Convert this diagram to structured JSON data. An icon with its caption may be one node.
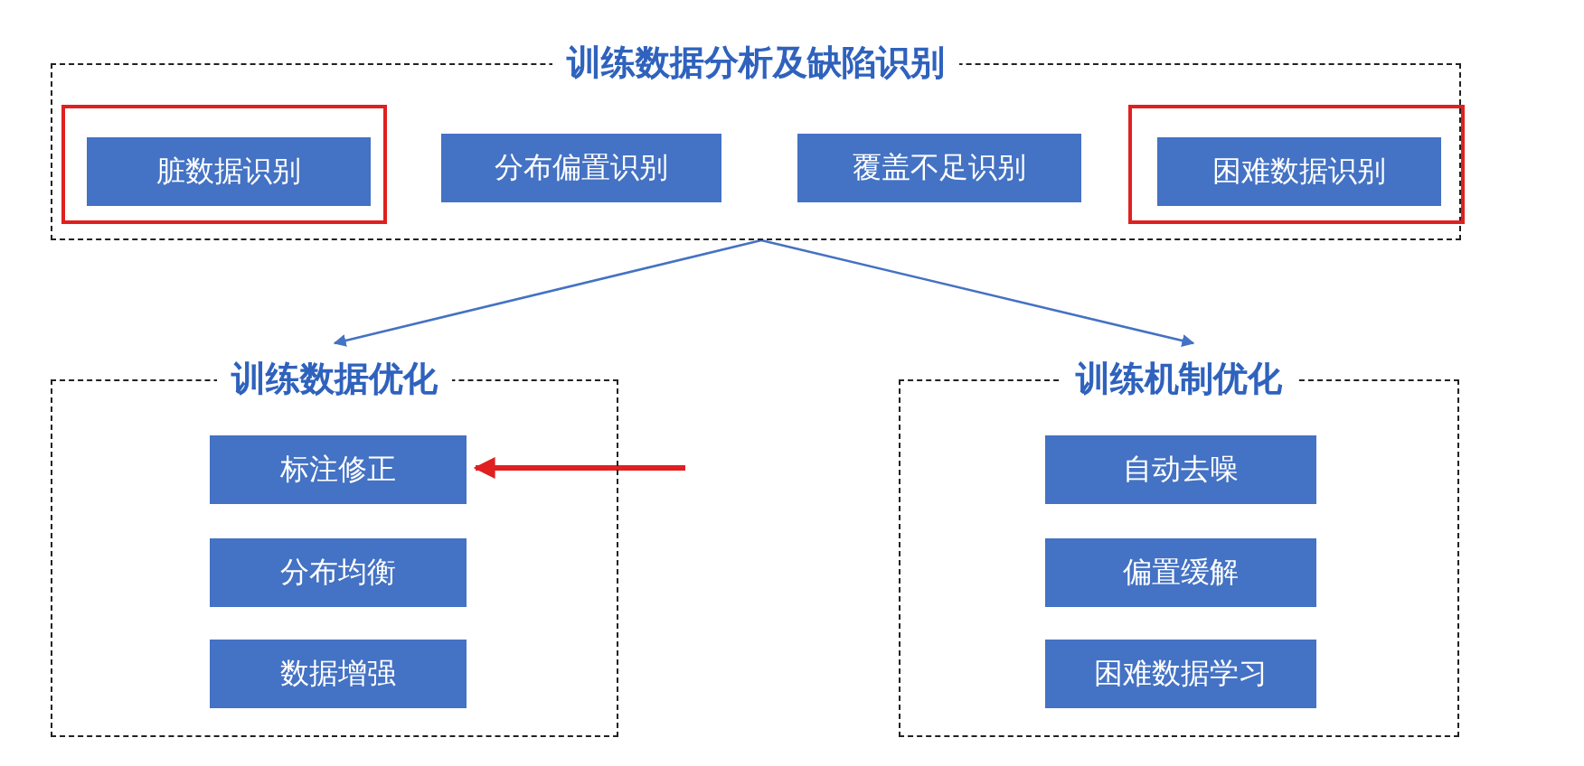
{
  "diagram": {
    "nodes": [
      {
        "text": [
          "训练数据分析及缺陷识别"
        ]
      },
      {
        "text": [],
        "shape": "box",
        "in": 0
      },
      {
        "text": [
          "脏数据识别"
        ],
        "in": 1
      },
      {
        "text": [
          "分布偏置识别"
        ],
        "in": 0
      },
      {
        "text": [
          "覆盖不足识别"
        ],
        "in": 0
      },
      {
        "text": [],
        "shape": "box",
        "in": 0
      },
      {
        "text": [
          "困难数据识别"
        ],
        "in": 5
      },
      {
        "text": [
          "训练数据优化"
        ]
      },
      {
        "text": [
          "标注修正"
        ],
        "in": 7
      },
      {
        "text": [
          "分布均衡"
        ],
        "in": 7
      },
      {
        "text": [
          "数据增强"
        ],
        "in": 7
      },
      {
        "text": [
          "训练机制优化"
        ]
      },
      {
        "text": [
          "自动去噪"
        ],
        "in": 11
      },
      {
        "text": [
          "偏置缓解"
        ],
        "in": 11
      },
      {
        "text": [
          "困难数据学习"
        ],
        "in": 11
      }
    ],
    "edges": [
      {
        "from": 0,
        "to": 7,
        "arrow": "to"
      },
      {
        "from": 0,
        "to": 11,
        "arrow": "to"
      },
      {
        "from": null,
        "to": 8,
        "arrow": "to",
        "style": "thick",
        "color": "#e02020"
      }
    ]
  }
}
